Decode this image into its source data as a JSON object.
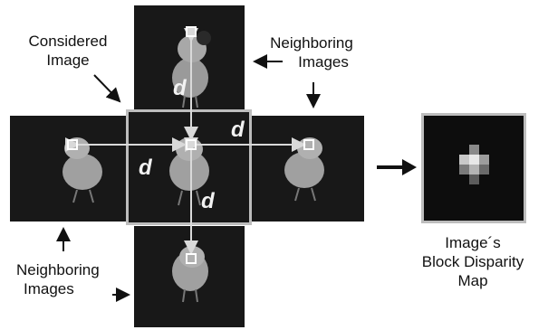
{
  "labels": {
    "considered": [
      "Considered",
      "Image"
    ],
    "neighbor_top_right": [
      "Neighboring",
      "Images"
    ],
    "neighbor_bottom_left": [
      "Neighboring",
      "Images"
    ],
    "disparity_map": [
      "Image´s",
      "Block Disparity",
      "Map"
    ]
  },
  "distance_symbol": "d",
  "colors": {
    "panel_background": "#181818",
    "highlight_border": "#bdbdbd",
    "arrow_light": "#d9d9d9",
    "arrow_dark": "#111111"
  },
  "icons": [
    "chick-figure",
    "block-marker",
    "arrow"
  ]
}
